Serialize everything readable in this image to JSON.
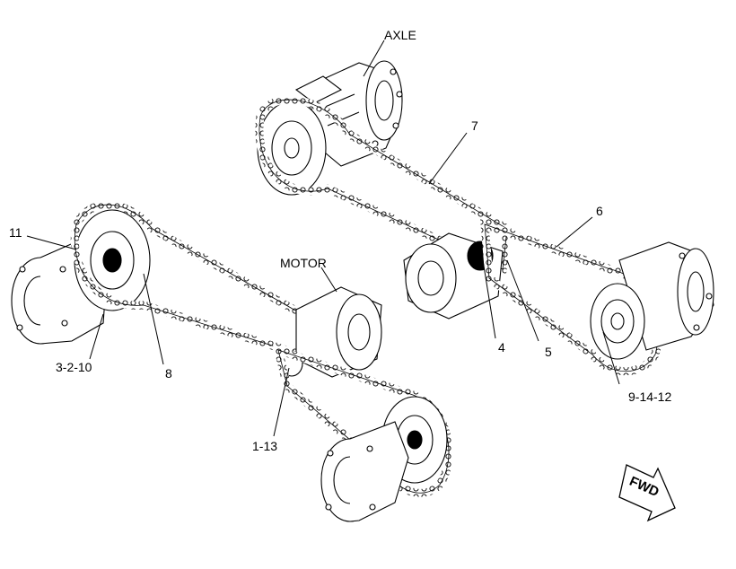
{
  "diagram": {
    "labels": {
      "axle": "AXLE",
      "motor": "MOTOR",
      "p7": "7",
      "p6": "6",
      "p11": "11",
      "p3_2_10": "3-2-10",
      "p8": "8",
      "p4": "4",
      "p5": "5",
      "p9_14_12": "9-14-12",
      "p1_13": "1-13"
    },
    "forward_arrow": "FWD"
  }
}
